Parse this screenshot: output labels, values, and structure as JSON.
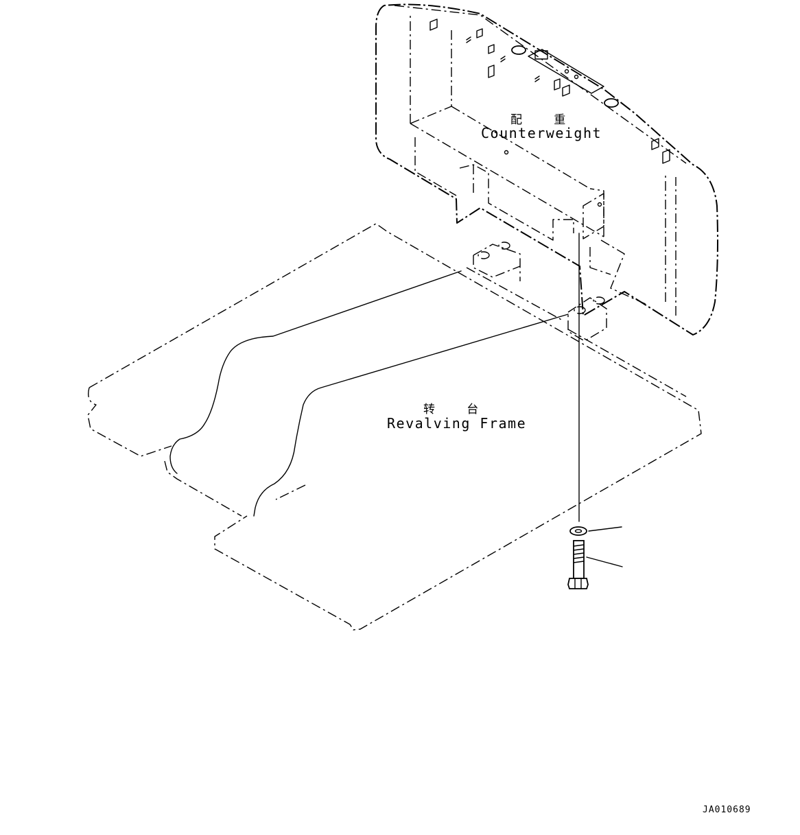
{
  "counterweight": {
    "label_cjk": "配 重",
    "label_en": "Counterweight"
  },
  "revolving_frame": {
    "label_cjk": "转 台",
    "label_en": "Revalving Frame"
  },
  "drawing_code": "JA010689"
}
